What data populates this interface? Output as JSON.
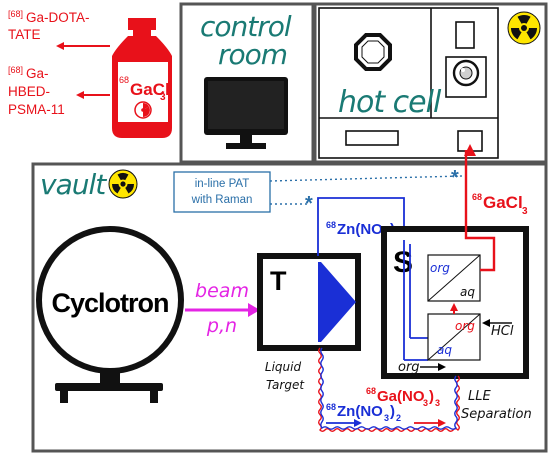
{
  "products": {
    "line1": "Ga-DOTA-",
    "line2": "TATE",
    "line3": "Ga-",
    "line4": "HBED-",
    "line5": "PSMA-11",
    "iso": "[68]",
    "sup68": "68",
    "gacl3": "GaCl",
    "sub3": "3"
  },
  "rooms": {
    "control_line1": "control",
    "control_line2": "room",
    "hot_cell": "hot cell",
    "vault": "vault"
  },
  "pat": {
    "line1": "in-line PAT",
    "line2": "with Raman",
    "marker": "*"
  },
  "process": {
    "cyclotron": "Cyclotron",
    "beam": "beam",
    "pn": "p,n",
    "target_letter": "T",
    "target_line1": "Liquid",
    "target_line2": "Target",
    "sep_letter": "S",
    "org": "org",
    "aq": "aq",
    "hcl": "HCl",
    "lle_line1": "LLE",
    "lle_line2": "Separation",
    "zn": "Zn(NO",
    "ga": "Ga(NO",
    "close": ")",
    "sub2": "2",
    "sub3": "3"
  },
  "colors": {
    "red": "#e8111a",
    "blue": "#1a2fd6",
    "magenta": "#e424e4",
    "teal": "#1a7a74",
    "radiation_yellow": "#ffe600",
    "pat_blue": "#2a6fa8"
  }
}
